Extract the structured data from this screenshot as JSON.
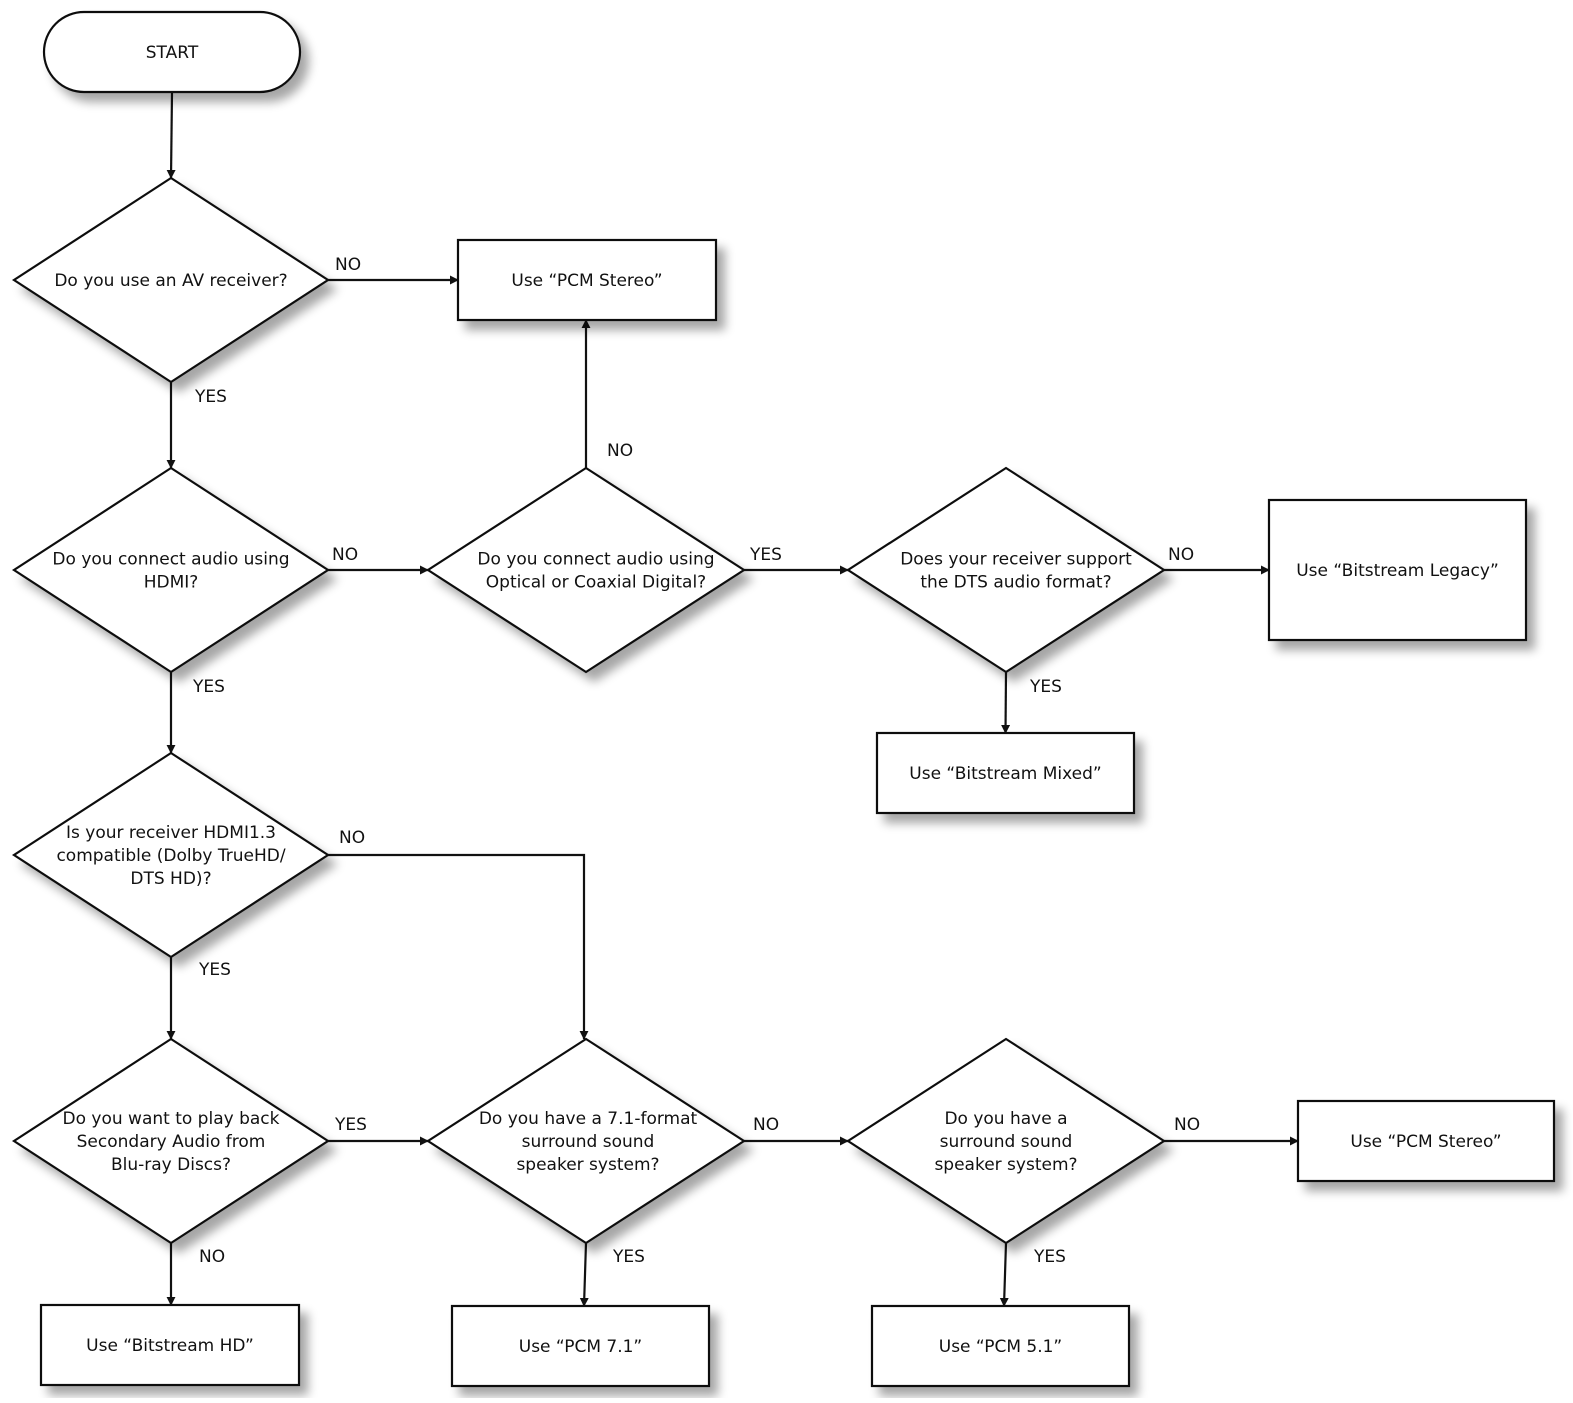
{
  "diagram": {
    "nodes": {
      "start": {
        "type": "terminal",
        "lines": [
          "START"
        ]
      },
      "q_av": {
        "type": "decision",
        "lines": [
          "Do you use an AV receiver?"
        ]
      },
      "r_pcm_stereo_1": {
        "type": "process",
        "lines": [
          "Use “PCM Stereo”"
        ]
      },
      "q_hdmi": {
        "type": "decision",
        "lines": [
          "Do you connect audio using",
          "HDMI?"
        ]
      },
      "q_optical": {
        "type": "decision",
        "lines": [
          "Do you connect audio using",
          "Optical or Coaxial Digital?"
        ]
      },
      "q_dts": {
        "type": "decision",
        "lines": [
          "Does your receiver support",
          "the DTS audio format?"
        ]
      },
      "r_bitstream_legacy": {
        "type": "process",
        "lines": [
          "Use “Bitstream Legacy”"
        ]
      },
      "r_bitstream_mixed": {
        "type": "process",
        "lines": [
          "Use “Bitstream Mixed”"
        ]
      },
      "q_hdmi13": {
        "type": "decision",
        "lines": [
          "Is your receiver HDMI1.3",
          "compatible (Dolby TrueHD/",
          "DTS HD)?"
        ]
      },
      "q_secondary": {
        "type": "decision",
        "lines": [
          "Do you want to play back",
          "Secondary Audio from",
          "Blu-ray Discs?"
        ]
      },
      "q_71": {
        "type": "decision",
        "lines": [
          "Do you have a 7.1-format",
          "surround sound",
          "speaker system?"
        ]
      },
      "q_surround": {
        "type": "decision",
        "lines": [
          "Do you have a",
          "surround sound",
          "speaker system?"
        ]
      },
      "r_pcm_stereo_2": {
        "type": "process",
        "lines": [
          "Use “PCM Stereo”"
        ]
      },
      "r_bitstream_hd": {
        "type": "process",
        "lines": [
          "Use “Bitstream HD”"
        ]
      },
      "r_pcm71": {
        "type": "process",
        "lines": [
          "Use “PCM 7.1”"
        ]
      },
      "r_pcm51": {
        "type": "process",
        "lines": [
          "Use “PCM 5.1”"
        ]
      }
    },
    "edges": [
      {
        "from": "start",
        "to": "q_av",
        "label": ""
      },
      {
        "from": "q_av",
        "to": "r_pcm_stereo_1",
        "label": "NO"
      },
      {
        "from": "q_av",
        "to": "q_hdmi",
        "label": "YES"
      },
      {
        "from": "q_hdmi",
        "to": "q_optical",
        "label": "NO"
      },
      {
        "from": "q_hdmi",
        "to": "q_hdmi13",
        "label": "YES"
      },
      {
        "from": "q_optical",
        "to": "r_pcm_stereo_1",
        "label": "NO"
      },
      {
        "from": "q_optical",
        "to": "q_dts",
        "label": "YES"
      },
      {
        "from": "q_dts",
        "to": "r_bitstream_legacy",
        "label": "NO"
      },
      {
        "from": "q_dts",
        "to": "r_bitstream_mixed",
        "label": "YES"
      },
      {
        "from": "q_hdmi13",
        "to": "q_71",
        "label": "NO"
      },
      {
        "from": "q_hdmi13",
        "to": "q_secondary",
        "label": "YES"
      },
      {
        "from": "q_secondary",
        "to": "q_71",
        "label": "YES"
      },
      {
        "from": "q_secondary",
        "to": "r_bitstream_hd",
        "label": "NO"
      },
      {
        "from": "q_71",
        "to": "q_surround",
        "label": "NO"
      },
      {
        "from": "q_71",
        "to": "r_pcm71",
        "label": "YES"
      },
      {
        "from": "q_surround",
        "to": "r_pcm_stereo_2",
        "label": "NO"
      },
      {
        "from": "q_surround",
        "to": "r_pcm51",
        "label": "YES"
      }
    ]
  }
}
